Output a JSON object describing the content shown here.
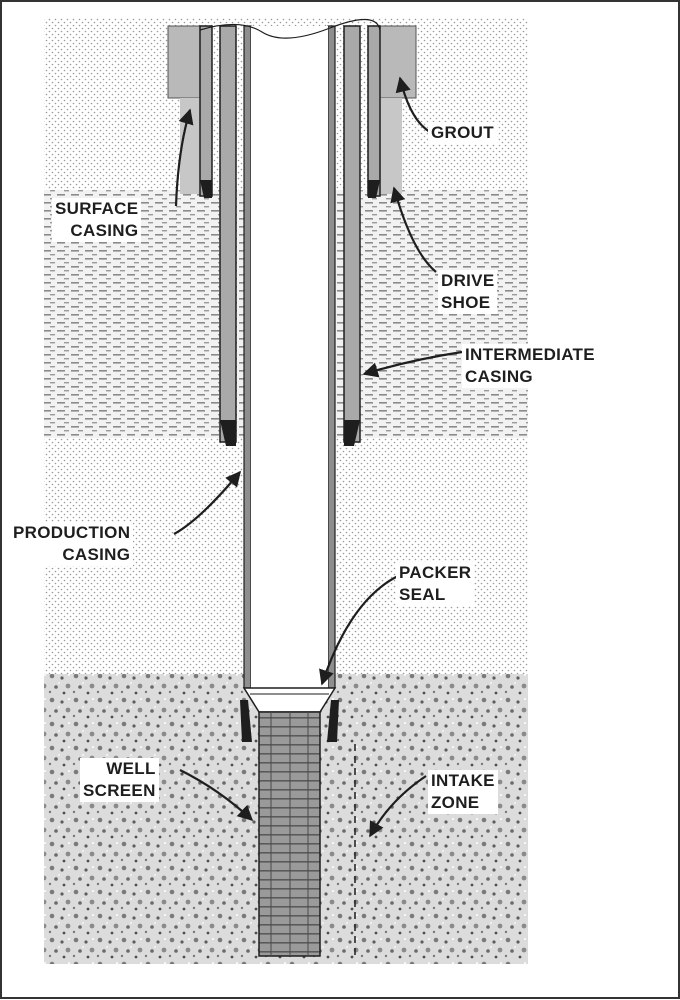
{
  "labels": {
    "grout": "GROUT",
    "surface_casing": [
      "SURFACE",
      "CASING"
    ],
    "drive_shoe": [
      "DRIVE",
      "SHOE"
    ],
    "intermediate_casing": [
      "INTERMEDIATE",
      "CASING"
    ],
    "production_casing": [
      "PRODUCTION",
      "CASING"
    ],
    "packer_seal": [
      "PACKER",
      "SEAL"
    ],
    "well_screen": [
      "WELL",
      "SCREEN"
    ],
    "intake_zone": [
      "INTAKE",
      "ZONE"
    ]
  },
  "colors": {
    "casing_fill": "#a9a9a9",
    "grout_fill": "#b9b9b9",
    "line": "#1e1e1e",
    "screen_fill": "#8c8c8c"
  }
}
